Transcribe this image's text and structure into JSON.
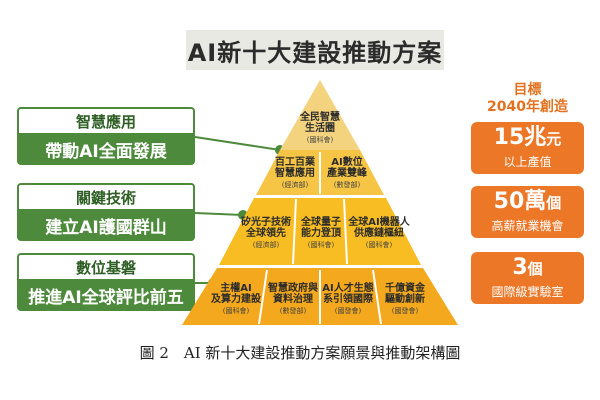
{
  "title": "AI新十大建設推動方案",
  "left_panels": [
    {
      "heading": "智慧應用",
      "body": "帶動AI全面發展"
    },
    {
      "heading": "關鍵技術",
      "body": "建立AI護國群山"
    },
    {
      "heading": "數位基磐",
      "body": "推進AI全球評比前五"
    }
  ],
  "pyramid": {
    "top": [
      {
        "title": "全民智慧\n生活圈",
        "agency": "(國科會)"
      }
    ],
    "second": [
      {
        "title": "百工百業\n智慧應用",
        "agency": "(經濟部)"
      },
      {
        "title": "AI數位\n產業雙峰",
        "agency": "(數發部)"
      }
    ],
    "third": [
      {
        "title": "矽光子技術\n全球領先",
        "agency": "(經濟部)"
      },
      {
        "title": "全球量子\n能力登頂",
        "agency": "(國科會)"
      },
      {
        "title": "全球AI機器人\n供應鏈樞紐",
        "agency": "(國科會)"
      }
    ],
    "bottom": [
      {
        "title": "主權AI\n及算力建設",
        "agency": "(國科會)"
      },
      {
        "title": "智慧政府與\n資料治理",
        "agency": "(數發部)"
      },
      {
        "title": "AI人才生態\n系引領國際",
        "agency": "(國發會)"
      },
      {
        "title": "千億資金\n驅動創新",
        "agency": "(國發會)"
      }
    ],
    "colors": {
      "top": "#f3d37e",
      "second": "#f6c546",
      "third": "#f7bd22",
      "bottom": "#f4a81d",
      "divider": "#ffffff"
    }
  },
  "goals": {
    "heading_line1": "目標",
    "heading_line2": "2040年創造",
    "items": [
      {
        "big": "15兆",
        "unit": "元",
        "sub": "以上產值"
      },
      {
        "big": "50萬",
        "unit": "個",
        "sub": "高薪就業機會"
      },
      {
        "big": "3",
        "unit": "個",
        "sub": "國際級實驗室"
      }
    ],
    "color": "#ec7727"
  },
  "caption": "圖 2　AI 新十大建設推動方案願景與推動架構圖",
  "colors": {
    "panel_green": "#4e8a3c",
    "title_bg": "#e9e9e3",
    "goal_orange": "#e2721f"
  }
}
